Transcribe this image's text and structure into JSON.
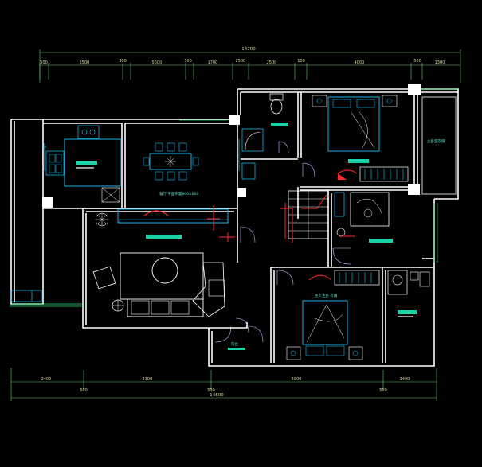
{
  "drawing": {
    "background": "#000000",
    "wall_color": "#ffffff",
    "furniture_color": "#19c6ff",
    "fixture_color": "#ffffff",
    "door_color": "#b9c2ff",
    "dimension_color": "#d9d9a0",
    "tag_color": "#19d3a6",
    "accent_red": "#ff2a2a",
    "railing_green": "#38e070"
  },
  "dimensions": {
    "top_total": "14700",
    "top_segments": [
      "500",
      "5500",
      "300",
      "5500",
      "300",
      "1700",
      "2500",
      "2500",
      "100",
      "4000",
      "500",
      "1300"
    ],
    "bottom_total": "14500",
    "bottom_segments": [
      "2400",
      "4300",
      "5900",
      "1400"
    ],
    "bottom_sub_segments": [
      "500",
      "500",
      "500"
    ]
  },
  "room_notes": {
    "dining_note": "餐厅 平面布置800×800",
    "master_bedroom_note": "主卧室衣帽",
    "kids_bedroom_note": "主人主卧 衣帽",
    "balcony_note": "阳台"
  }
}
